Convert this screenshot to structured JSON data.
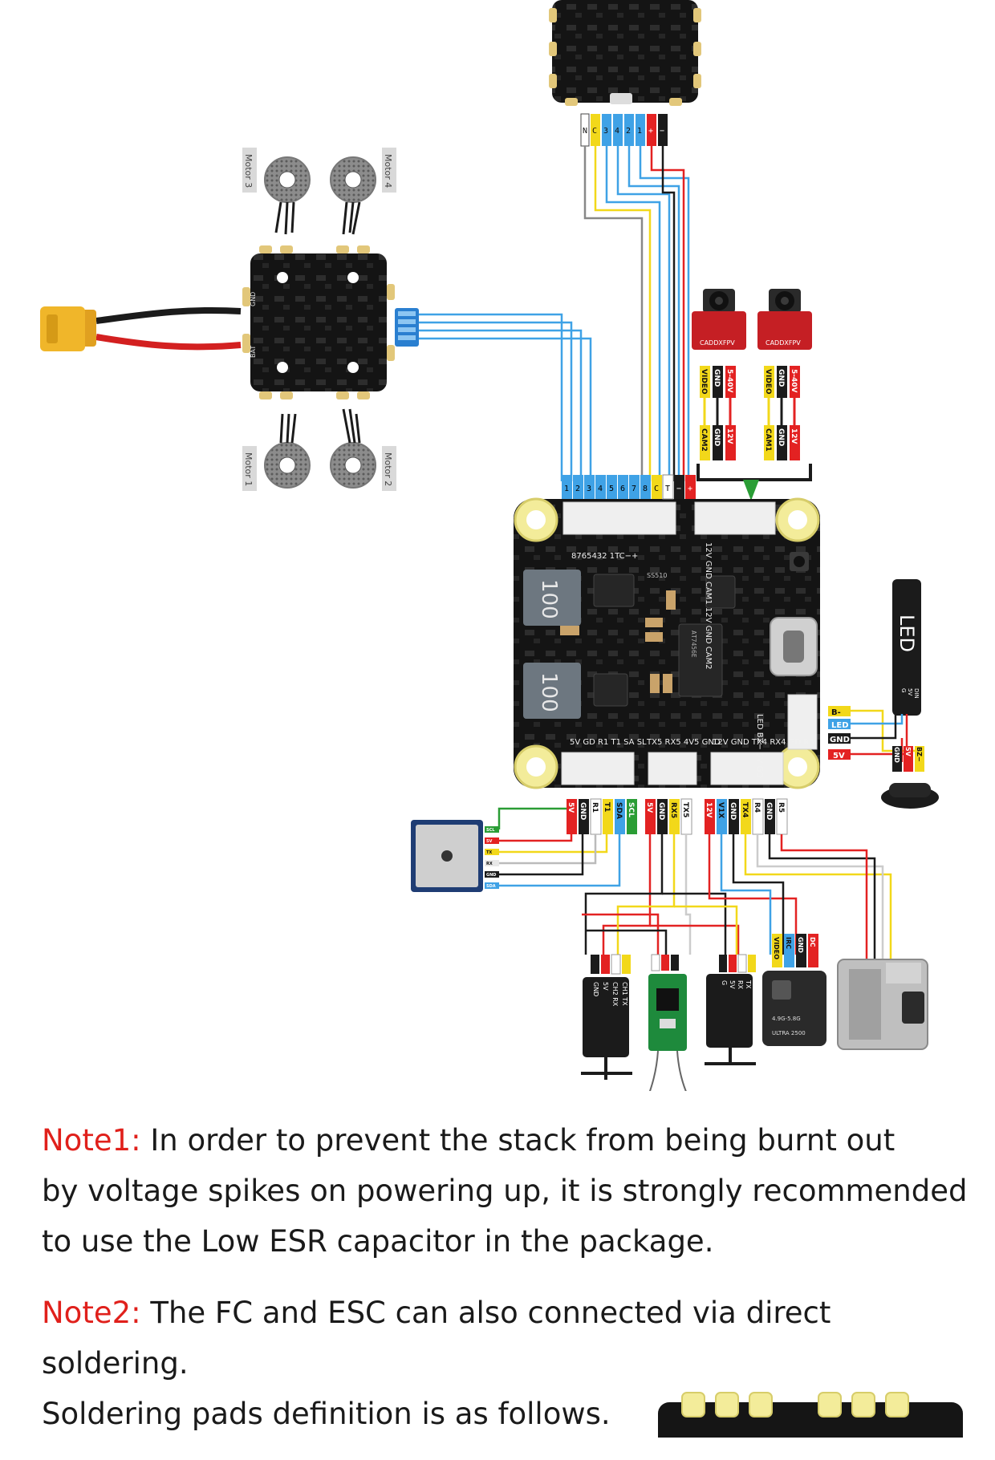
{
  "motors": {
    "motor1": "Motor 1",
    "motor2": "Motor 2",
    "motor3": "Motor 3",
    "motor4": "Motor 4"
  },
  "esc_top_pads": [
    "N",
    "C",
    "3",
    "4",
    "2",
    "1",
    "+",
    "−"
  ],
  "esc_board_labels": {
    "gnd": "GND",
    "bat": "BAT"
  },
  "fc_top_pads": [
    "1",
    "2",
    "3",
    "4",
    "5",
    "6",
    "7",
    "8",
    "C",
    "T",
    "−",
    "+"
  ],
  "fc_silkscreen": {
    "esc_port": "8765432 1TC−+",
    "cam_port": "12V GND CAM1 12V GND CAM2",
    "chip": "AT7456E",
    "inductor": "100",
    "bottom_left": "5V GD R1 T1 SA SL",
    "bottom_mid": "TX5 RX5 4V5 GND",
    "bottom_right": "12V GND TX4 RX4 GD R5",
    "side_right": "LED BZ− 5V GD",
    "usb_chip": "SS510"
  },
  "cameras": {
    "brand": "CADDXFPV",
    "cam_labels": [
      "VIDEO",
      "GND",
      "5-40V"
    ],
    "fc_labels_cam2": [
      "CAM2",
      "GND",
      "12V"
    ],
    "fc_labels_cam1": [
      "CAM1",
      "GND",
      "12V"
    ]
  },
  "led_strip": {
    "label": "LED",
    "pins": [
      "DIN",
      "5V",
      "G"
    ]
  },
  "side_connector": [
    "B-",
    "LED",
    "GND",
    "5V"
  ],
  "buzzer_labels": [
    "BZ−",
    "5V",
    "GND"
  ],
  "gps_port_labels": [
    "5V",
    "GND",
    "R1",
    "T1",
    "SDA",
    "SCL"
  ],
  "gps_module_labels": [
    "SCL",
    "5V",
    "TX",
    "RX",
    "GND",
    "SDA"
  ],
  "rx_port_labels": [
    "5V",
    "GND",
    "RX5",
    "TX5"
  ],
  "vtx_port_labels": [
    "12V",
    "V1X",
    "GND",
    "TX4",
    "R4",
    "GND",
    "R5"
  ],
  "receiver_left": {
    "pins": [
      "GND",
      "5V",
      "CH2 RX",
      "CH1 TX"
    ]
  },
  "receiver_right": {
    "pins": [
      "TX",
      "RX",
      "5V",
      "G"
    ]
  },
  "vtx": {
    "pins": [
      "VIDEO",
      "IRC",
      "GND",
      "DC"
    ],
    "text": [
      "4.9G-5.8G",
      "ULTRA 2500"
    ]
  },
  "notes": [
    {
      "label": "Note1:",
      "lines": [
        "In order to prevent the stack from being burnt out",
        "by voltage spikes on powering up, it is strongly recommended",
        "to use the Low ESR capacitor in the package."
      ]
    },
    {
      "label": "Note2:",
      "lines": [
        "The FC and ESC can also connected via direct soldering.",
        "Soldering pads definition is as follows."
      ]
    }
  ],
  "colors": {
    "wire_blue": "#3fa2e6",
    "wire_red": "#e32222",
    "wire_yellow": "#f2d81a",
    "wire_black": "#1b1b1b",
    "wire_green": "#2a9d35",
    "note_label": "#e0201b",
    "pcb": "#151515",
    "gold": "#e2c77a"
  }
}
